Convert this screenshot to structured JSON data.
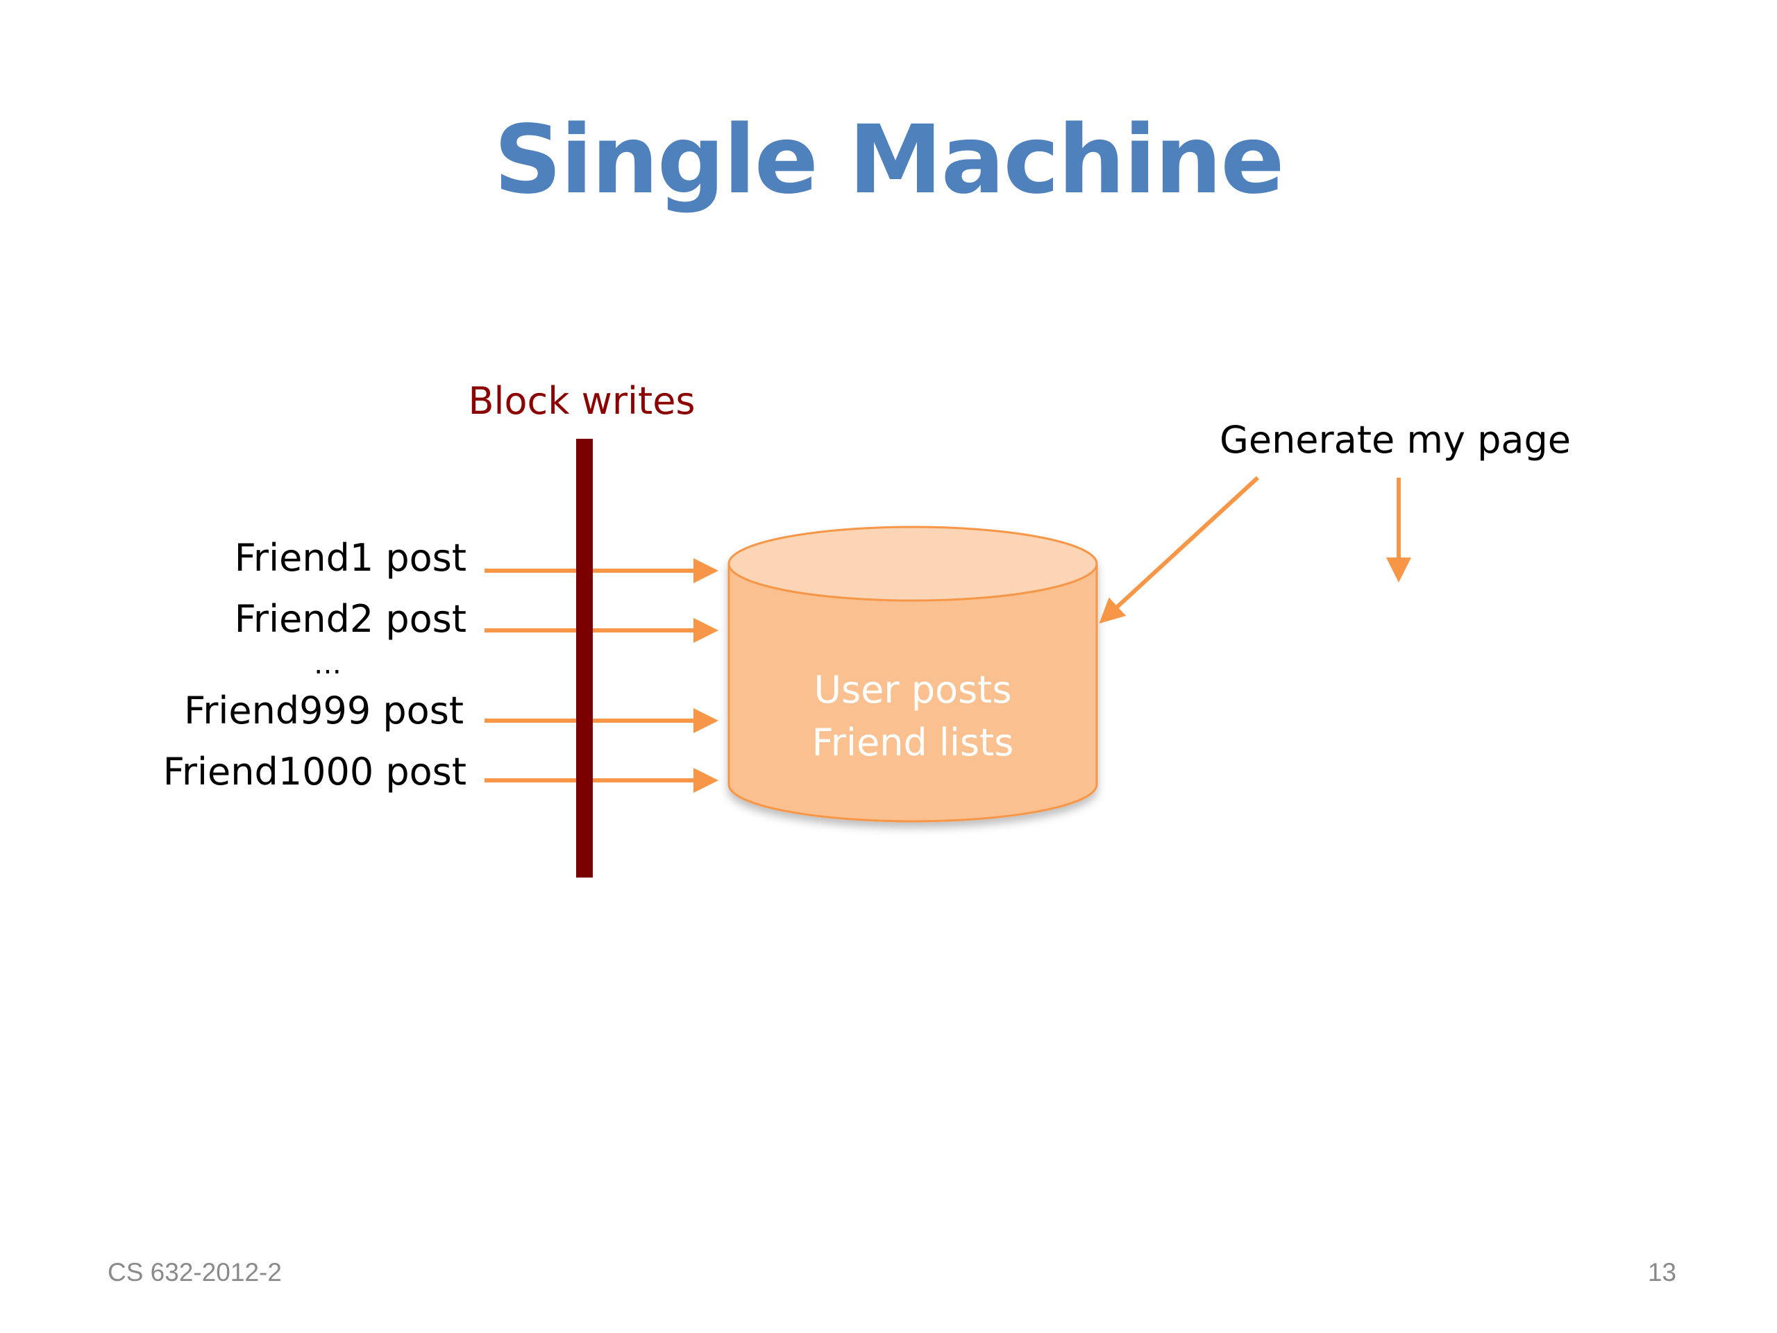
{
  "slide": {
    "title": "Single Machine",
    "footer_left": "CS 632-2012-2",
    "page_number": "13"
  },
  "diagram": {
    "block_label": "Block writes",
    "posts": [
      "Friend1 post",
      "Friend2 post",
      "…",
      "Friend999 post",
      "Friend1000 post"
    ],
    "database_lines": [
      "User posts",
      "Friend lists"
    ],
    "generate_label": "Generate my page"
  },
  "colors": {
    "title": "#4f81bd",
    "arrow": "#f79646",
    "block_bar": "#7b0000",
    "block_label": "#8b0000",
    "db_body": "#fac090",
    "db_top": "#fbd5b5",
    "db_text": "#ffffff"
  }
}
